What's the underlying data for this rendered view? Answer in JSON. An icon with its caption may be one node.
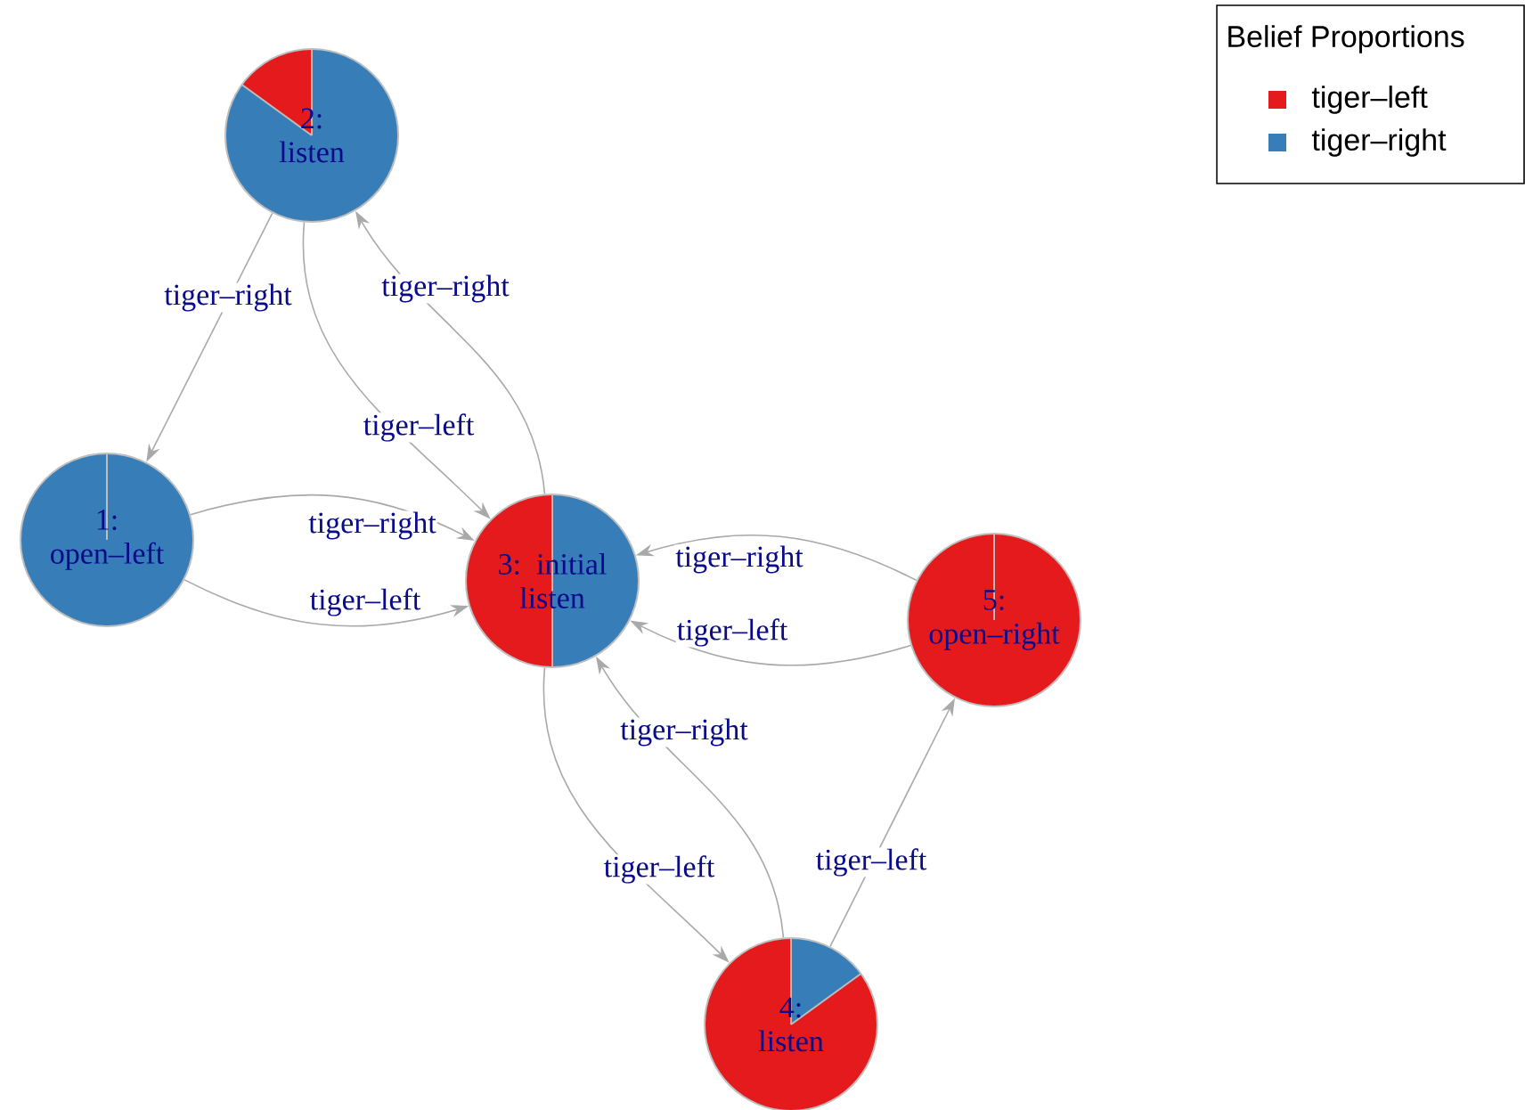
{
  "diagram": {
    "nodes": [
      {
        "text": [
          "1: open–left"
        ]
      },
      {
        "text": [
          "2: listen"
        ]
      },
      {
        "text": [
          "3: initial listen"
        ]
      },
      {
        "text": [
          "4: listen"
        ]
      },
      {
        "text": [
          "5: open–right"
        ]
      }
    ],
    "edges": [
      {
        "from": 1,
        "to": 0,
        "arrow": "to",
        "label": "tiger–right"
      },
      {
        "from": 0,
        "to": 2,
        "arrow": "to",
        "label": "tiger–right"
      },
      {
        "from": 0,
        "to": 2,
        "arrow": "to",
        "label": "tiger–left"
      },
      {
        "from": 2,
        "to": 1,
        "arrow": "to",
        "label": "tiger–right"
      },
      {
        "from": 1,
        "to": 2,
        "arrow": "to",
        "label": "tiger–left"
      },
      {
        "from": 4,
        "to": 2,
        "arrow": "to",
        "label": "tiger–right"
      },
      {
        "from": 4,
        "to": 2,
        "arrow": "to",
        "label": "tiger–left"
      },
      {
        "from": 3,
        "to": 2,
        "arrow": "to",
        "label": "tiger–right"
      },
      {
        "from": 2,
        "to": 3,
        "arrow": "to",
        "label": "tiger–left"
      },
      {
        "from": 3,
        "to": 4,
        "arrow": "to",
        "label": "tiger–left"
      }
    ],
    "labels": [
      "Belief Proportions"
    ],
    "legend": [
      {
        "text": "tiger–left",
        "color": "#e41a1c"
      },
      {
        "text": "tiger–right",
        "color": "#377eb8"
      }
    ]
  }
}
